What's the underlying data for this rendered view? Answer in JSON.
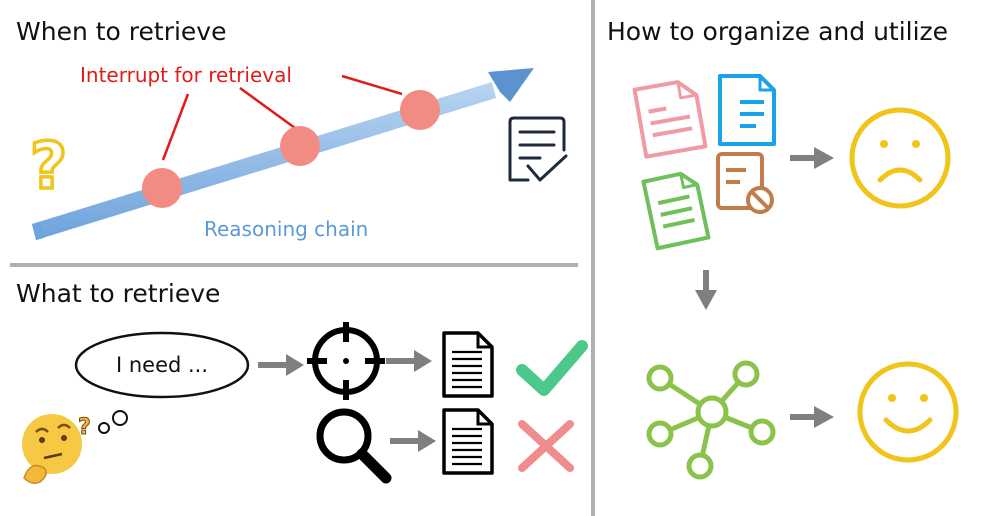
{
  "sections": {
    "when": {
      "title": "When to retrieve"
    },
    "what": {
      "title": "What to retrieve"
    },
    "how": {
      "title": "How to organize and utilize"
    }
  },
  "labels": {
    "interrupt": "Interrupt for retrieval",
    "chain": "Reasoning chain",
    "need": "I need ..."
  },
  "icons": {
    "question": "question-mark-icon",
    "checklist": "checklist-icon",
    "thinking": "thinking-face-icon",
    "target": "crosshair-target-icon",
    "search": "magnifier-icon",
    "document": "document-icon",
    "check": "checkmark-icon",
    "cross": "cross-icon",
    "sad": "sad-face-icon",
    "happy": "happy-face-icon",
    "graph": "knowledge-graph-icon"
  },
  "colors": {
    "red": "#e01b1b",
    "node": "#f28b82",
    "chain": "#8fb8e6",
    "green": "#4cc98a",
    "cross": "#f08c8c",
    "yellow": "#f0c419",
    "graph": "#8bc34a",
    "divider": "#b0b0b0"
  }
}
